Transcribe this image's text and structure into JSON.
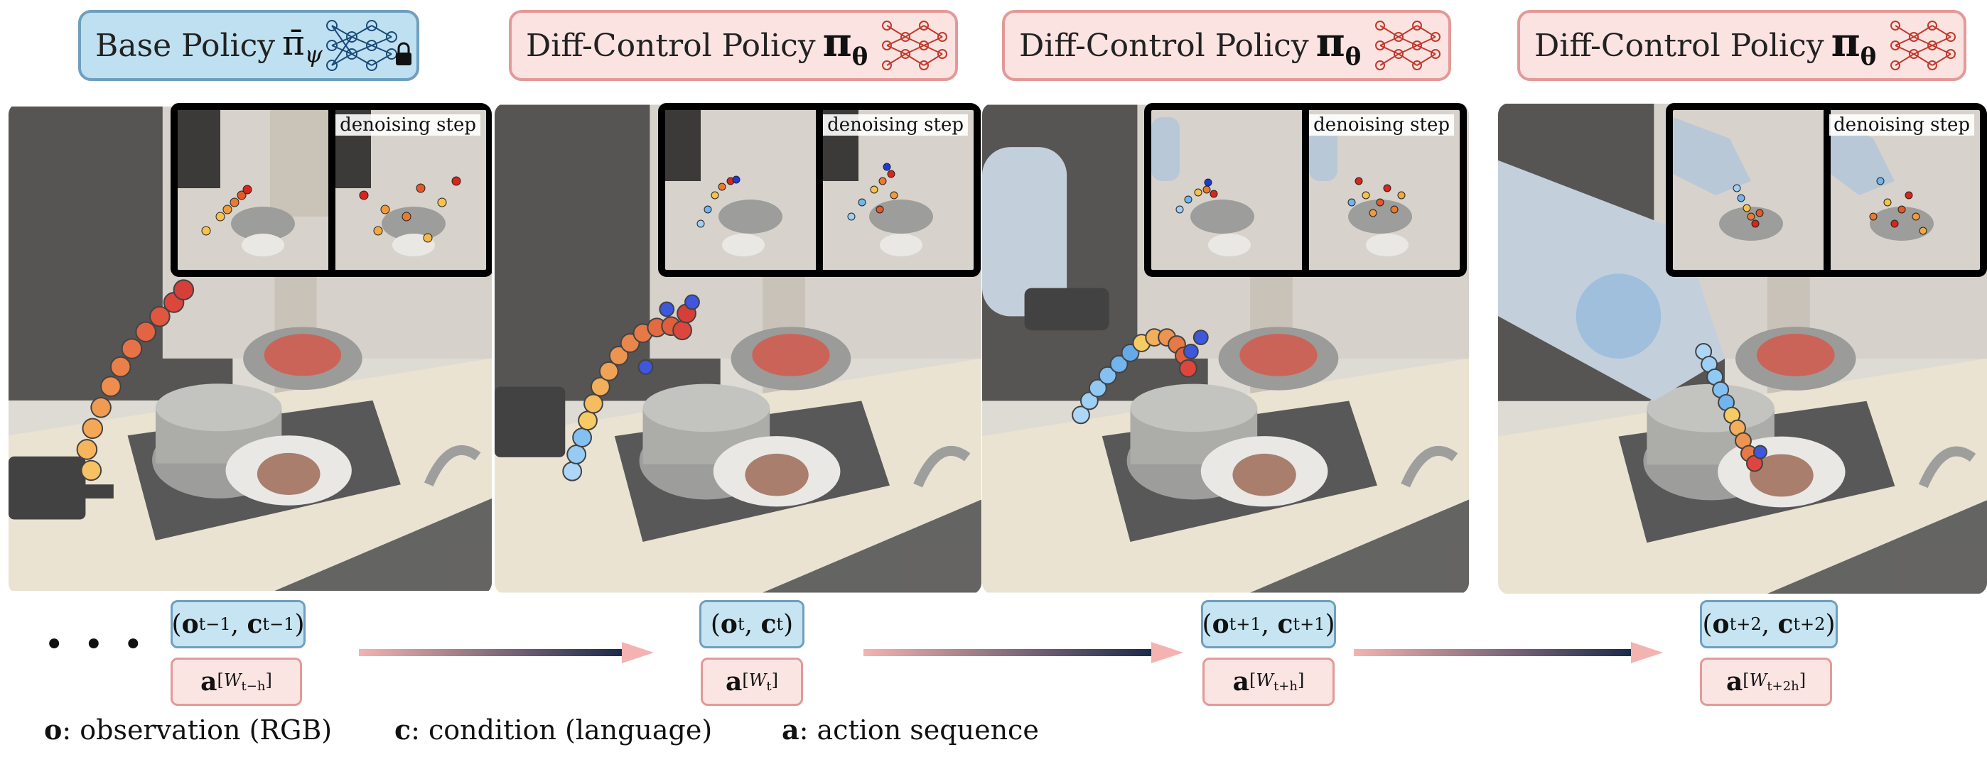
{
  "header": {
    "base_label": "Base Policy",
    "base_symbol": "π̄",
    "base_subscript": "ψ",
    "diff_label": "Diff-Control Policy",
    "diff_symbol": "π",
    "diff_subscript": "θ"
  },
  "panels": [
    {
      "inset_label": "denoising step"
    },
    {
      "inset_label": "denoising step"
    },
    {
      "inset_label": "denoising step"
    },
    {
      "inset_label": "denoising step"
    }
  ],
  "timeline": {
    "ellipsis": "• • •",
    "steps": [
      {
        "obs_var": "o",
        "obs_cond": "c",
        "sub": "t−1",
        "act_var": "a",
        "act_sub": "t−h"
      },
      {
        "obs_var": "o",
        "obs_cond": "c",
        "sub": "t",
        "act_var": "a",
        "act_sub": "t"
      },
      {
        "obs_var": "o",
        "obs_cond": "c",
        "sub": "t+1",
        "act_var": "a",
        "act_sub": "t+h"
      },
      {
        "obs_var": "o",
        "obs_cond": "c",
        "sub": "t+2",
        "act_var": "a",
        "act_sub": "t+2h"
      }
    ]
  },
  "legend": {
    "o_symbol": "o",
    "o_text": ": observation (RGB)",
    "c_symbol": "c",
    "c_text": ": condition (language)",
    "a_symbol": "a",
    "a_text": ": action sequence"
  },
  "colors": {
    "base_fill": "#bfe0f0",
    "base_border": "#6f9fbe",
    "diff_fill": "#fbe3e2",
    "diff_border": "#e29a98",
    "trajectory_start": "#f6c24a",
    "trajectory_end": "#d8261b",
    "trajectory_blue": "#6fb6f0",
    "arrow_start": "#f4b3b0",
    "arrow_end": "#1b2a4a"
  }
}
